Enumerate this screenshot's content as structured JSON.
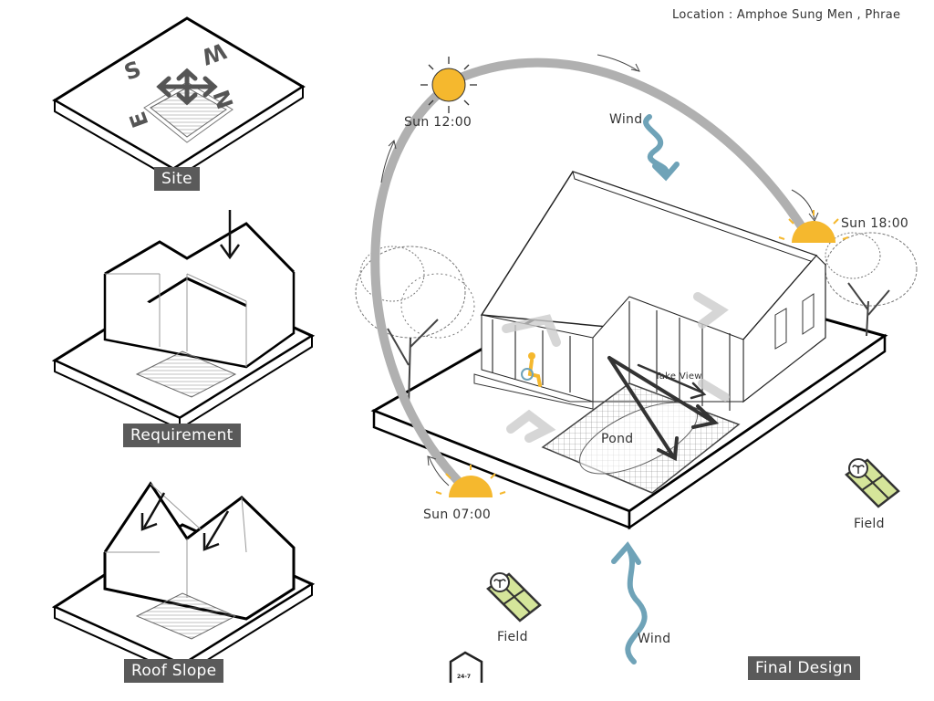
{
  "location": "Location : Amphoe Sung Men , Phrae",
  "steps": [
    {
      "label": "Site"
    },
    {
      "label": "Requirement"
    },
    {
      "label": "Roof Slope"
    }
  ],
  "compass_letters": [
    "S",
    "E",
    "N",
    "W"
  ],
  "final_label": "Final Design",
  "sun": [
    {
      "label": "Sun 12:00"
    },
    {
      "label": "Sun 18:00"
    },
    {
      "label": "Sun 07:00"
    }
  ],
  "wind_labels": [
    "Wind",
    "Wind"
  ],
  "pond_label": "Pond",
  "view_label": "Take View",
  "field_labels": [
    "Field",
    "Field"
  ],
  "logo_text": "24-7",
  "colors": {
    "sun": "#f5b82e",
    "wind": "#6fa3b8",
    "field": "#d5e59a",
    "tag_bg": "#5a5a5a",
    "arc": "#b0b0b0"
  }
}
